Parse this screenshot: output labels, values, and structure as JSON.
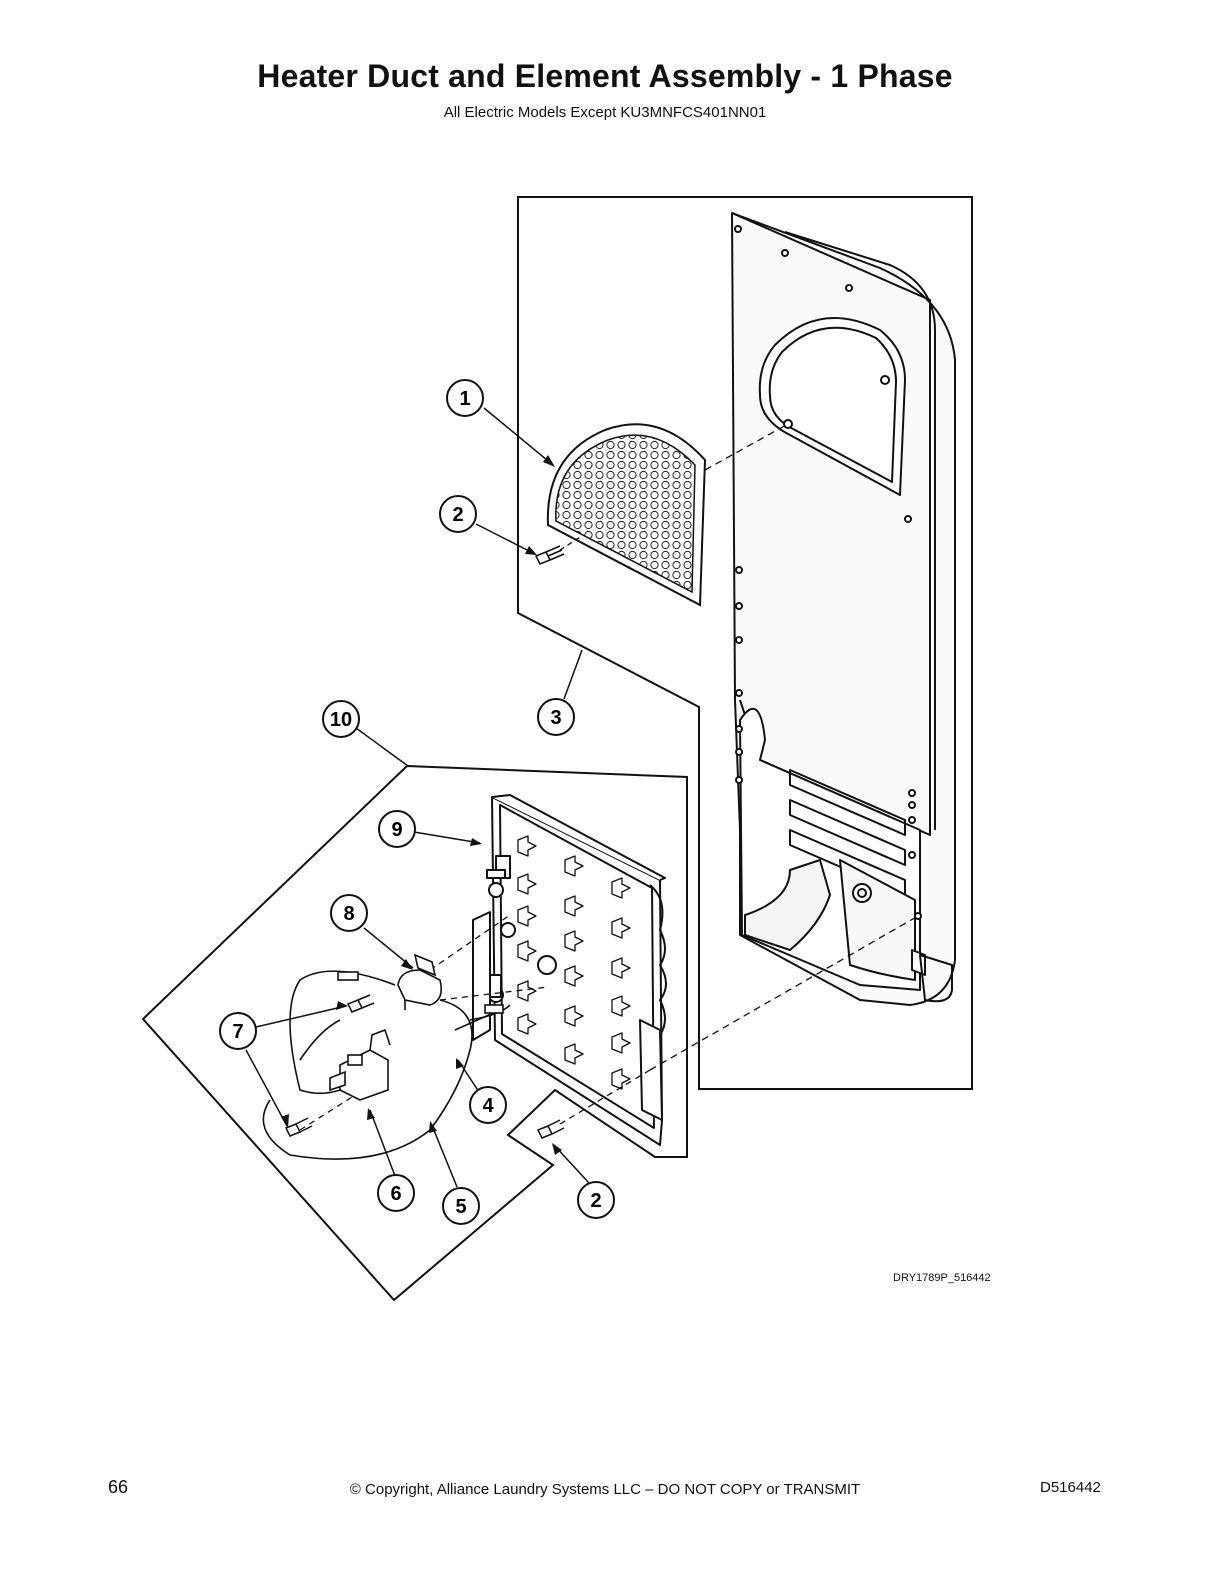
{
  "page": {
    "title": "Heater Duct and Element Assembly - 1 Phase",
    "subtitle": "All Electric Models Except KU3MNFCS401NN01",
    "figure_id": "DRY1789P_516442",
    "page_number": "66",
    "copyright": "© Copyright, Alliance Laundry Systems LLC – DO NOT COPY or TRANSMIT",
    "document_number": "D516442"
  },
  "callouts": [
    {
      "key": "c1",
      "label": "1"
    },
    {
      "key": "c2a",
      "label": "2"
    },
    {
      "key": "c3",
      "label": "3"
    },
    {
      "key": "c10",
      "label": "10"
    },
    {
      "key": "c9",
      "label": "9"
    },
    {
      "key": "c8",
      "label": "8"
    },
    {
      "key": "c7",
      "label": "7"
    },
    {
      "key": "c4",
      "label": "4"
    },
    {
      "key": "c6",
      "label": "6"
    },
    {
      "key": "c5",
      "label": "5"
    },
    {
      "key": "c2b",
      "label": "2"
    }
  ]
}
